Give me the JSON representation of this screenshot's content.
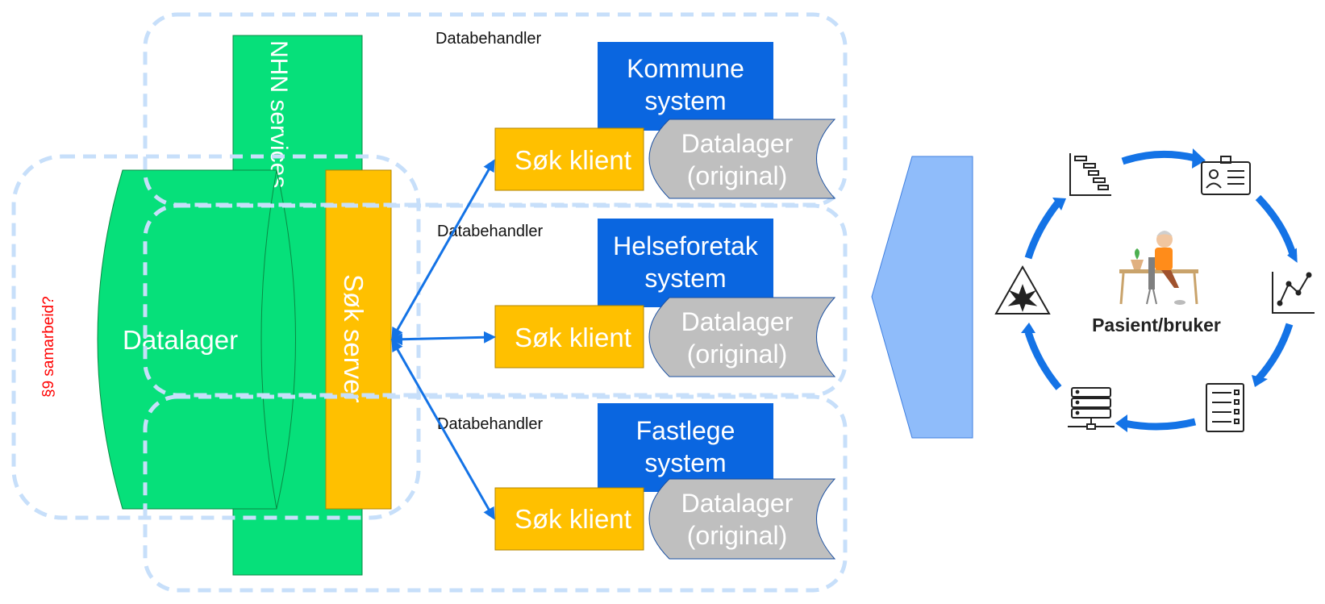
{
  "groups": {
    "databehandler_label": "Databehandler",
    "samarbeid_label": "§9 samarbeid?"
  },
  "central": {
    "datalager_label": "Datalager",
    "nhn_label": "NHN services",
    "server_label": "Søk server"
  },
  "systems": [
    {
      "system_line1": "Kommune",
      "system_line2": "system",
      "client_label": "Søk klient",
      "store_line1": "Datalager",
      "store_line2": "(original)"
    },
    {
      "system_line1": "Helseforetak",
      "system_line2": "system",
      "client_label": "Søk klient",
      "store_line1": "Datalager",
      "store_line2": "(original)"
    },
    {
      "system_line1": "Fastlege",
      "system_line2": "system",
      "client_label": "Søk klient",
      "store_line1": "Datalager",
      "store_line2": "(original)"
    }
  ],
  "cycle": {
    "center_label": "Pasient/bruker",
    "icons": [
      "gantt-chart-icon",
      "id-card-icon",
      "line-chart-icon",
      "checklist-icon",
      "server-network-icon",
      "hazard-warning-icon"
    ]
  },
  "colors": {
    "green": "#06e07a",
    "orange": "#ffc000",
    "blue_box": "#0a66e0",
    "grey_store": "#bfbfbf",
    "arrow_blue": "#1473e6",
    "light_blue": "#8fbcfa",
    "dash_blue": "#c7dffa",
    "red_text": "#ff0000"
  }
}
